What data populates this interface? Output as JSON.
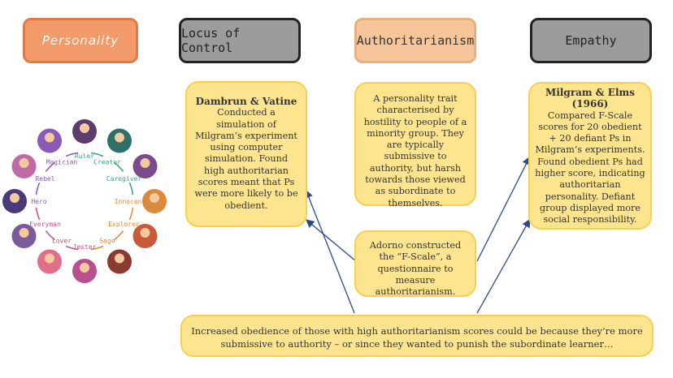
{
  "headers": {
    "personality": "Personality",
    "locus": "Locus of Control",
    "authoritarianism": "Authoritarianism",
    "empathy": "Empathy"
  },
  "dambrun": {
    "title": "Dambrun & Vatine",
    "text": "Conducted a simulation of Milgram’s experiment using computer simulation. Found high authoritarian scores meant that Ps were more likely to be obedient."
  },
  "definition": {
    "text": "A personality trait characterised by hostility to people of a minority group. They are typically submissive to authority, but harsh towards those viewed as subordinate to themselves."
  },
  "milgram": {
    "title": "Milgram & Elms (1966)",
    "text": "Compared F-Scale scores for 20 obedient + 20 defiant Ps in Milgram’s experiments. Found obedient Ps had higher score, indicating authoritarian personality. Defiant group displayed more social responsibility."
  },
  "adorno": {
    "text": "Adorno constructed the “F-Scale”, a questionnaire to measure authoritarianism."
  },
  "bottom": {
    "text": "Increased obedience of those with high authoritarianism scores could be because they’re more submissive to authority – or since they wanted to punish the subordinate learner…"
  },
  "archetypes": [
    {
      "label": "Ruler",
      "color": "#3aa08a"
    },
    {
      "label": "Creator",
      "color": "#3aa08a"
    },
    {
      "label": "Caregiver",
      "color": "#3aa08a"
    },
    {
      "label": "Innocent",
      "color": "#e8862e"
    },
    {
      "label": "Explorer",
      "color": "#e8862e"
    },
    {
      "label": "Sage",
      "color": "#e8862e"
    },
    {
      "label": "Jester",
      "color": "#c0508a"
    },
    {
      "label": "Lover",
      "color": "#c0508a"
    },
    {
      "label": "Everyman",
      "color": "#c0508a"
    },
    {
      "label": "Hero",
      "color": "#8a5ab8"
    },
    {
      "label": "Rebel",
      "color": "#8a5ab8"
    },
    {
      "label": "Magician",
      "color": "#8a5ab8"
    }
  ],
  "colors": {
    "box_fill": "#fde58f",
    "box_border": "#f6cf53",
    "arrow": "#2a4a8c",
    "personality_header": "#f29a6a",
    "gray_header": "#9c9c9c",
    "auth_header": "#f6c59a"
  }
}
